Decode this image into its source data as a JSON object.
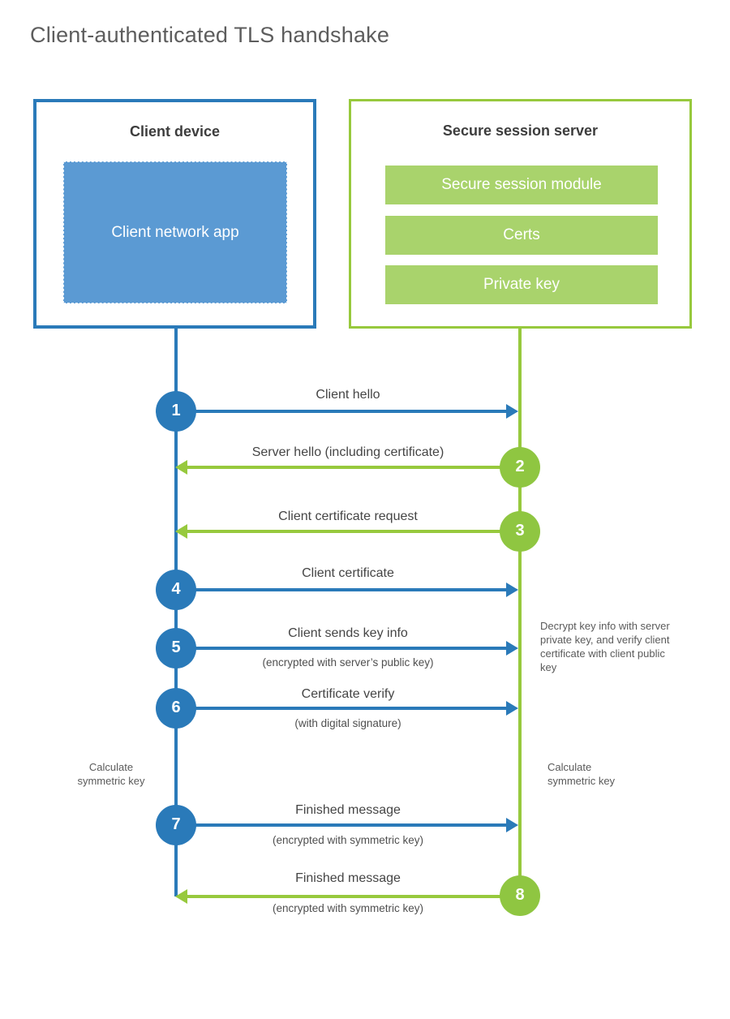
{
  "title": "Client-authenticated TLS handshake",
  "colors": {
    "blue": "#2a7ab9",
    "light_blue": "#5b9ad3",
    "green": "#97c93d",
    "circle_green": "#8fc641",
    "bar_green": "#a9d36c",
    "title_text": "#5d5d5d",
    "label_text": "#454545"
  },
  "client": {
    "title": "Client device",
    "app_label": "Client network app"
  },
  "server": {
    "title": "Secure session server",
    "modules": [
      "Secure session module",
      "Certs",
      "Private key"
    ]
  },
  "steps": [
    {
      "num": "1",
      "label": "Client hello",
      "sub": "",
      "direction": "right",
      "from": "client"
    },
    {
      "num": "2",
      "label": "Server hello (including certificate)",
      "sub": "",
      "direction": "left",
      "from": "server"
    },
    {
      "num": "3",
      "label": "Client certificate request",
      "sub": "",
      "direction": "left",
      "from": "server"
    },
    {
      "num": "4",
      "label": "Client certificate",
      "sub": "",
      "direction": "right",
      "from": "client"
    },
    {
      "num": "5",
      "label": "Client sends key info",
      "sub": "(encrypted with server’s public key)",
      "direction": "right",
      "from": "client"
    },
    {
      "num": "6",
      "label": "Certificate verify",
      "sub": "(with digital signature)",
      "direction": "right",
      "from": "client"
    },
    {
      "num": "7",
      "label": "Finished message",
      "sub": "(encrypted with symmetric key)",
      "direction": "right",
      "from": "client"
    },
    {
      "num": "8",
      "label": "Finished message",
      "sub": "(encrypted with symmetric key)",
      "direction": "left",
      "from": "server"
    }
  ],
  "notes": {
    "decrypt": "Decrypt key info with server private key, and verify client certificate with client public key",
    "calc_left": "Calculate symmetric key",
    "calc_right": "Calculate symmetric key"
  }
}
